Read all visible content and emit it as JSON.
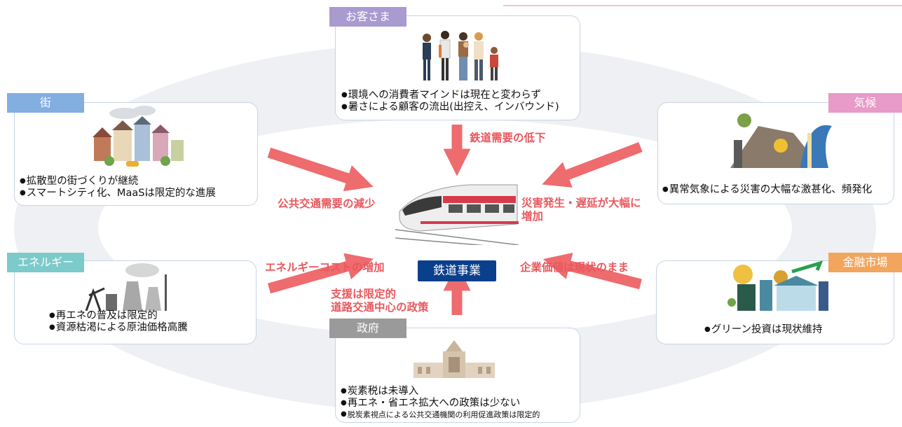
{
  "center": {
    "label": "鉄道事業"
  },
  "customers": {
    "tag": "お客さま",
    "bullets": [
      "環境への消費者マインドは現在と変わらず",
      "暑さによる顧客の流出(出控え、インバウンド)"
    ],
    "arrow_label": "鉄道需要の低下"
  },
  "town": {
    "tag": "街",
    "bullets": [
      "拡散型の街づくりが継続",
      "スマートシティ化、MaaSは限定的な進展"
    ],
    "arrow_label": "公共交通需要の減少"
  },
  "climate": {
    "tag": "気候",
    "bullets": [
      "異常気象による災害の大幅な激甚化、頻発化"
    ],
    "arrow_label_lines": [
      "災害発生・遅延が大幅に",
      "増加"
    ]
  },
  "energy": {
    "tag": "エネルギー",
    "bullets": [
      "再エネの普及は限定的",
      "資源枯渇による原油価格高騰"
    ],
    "arrow_label": "エネルギーコストの増加"
  },
  "finance": {
    "tag": "金融市場",
    "bullets": [
      "グリーン投資は現状維持"
    ],
    "arrow_label": "企業価値は現状のまま"
  },
  "government": {
    "tag": "政府",
    "bullets": [
      "炭素税は未導入",
      "再エネ・省エネ拡大への政策は少ない"
    ],
    "small_bullet": "脱炭素視点による公共交通機関の利用促進政策は限定的",
    "arrow_label_lines": [
      "支援は限定的",
      "道路交通中心の政策"
    ]
  },
  "colors": {
    "arrow": "#ee6b6e",
    "center_bg": "#0a3f8c",
    "tag_customers": "#a99ad0",
    "tag_town": "#83aee0",
    "tag_climate": "#e89ac8",
    "tag_energy": "#7ccaca",
    "tag_finance": "#f2a55c",
    "tag_government": "#9a9a9a"
  }
}
